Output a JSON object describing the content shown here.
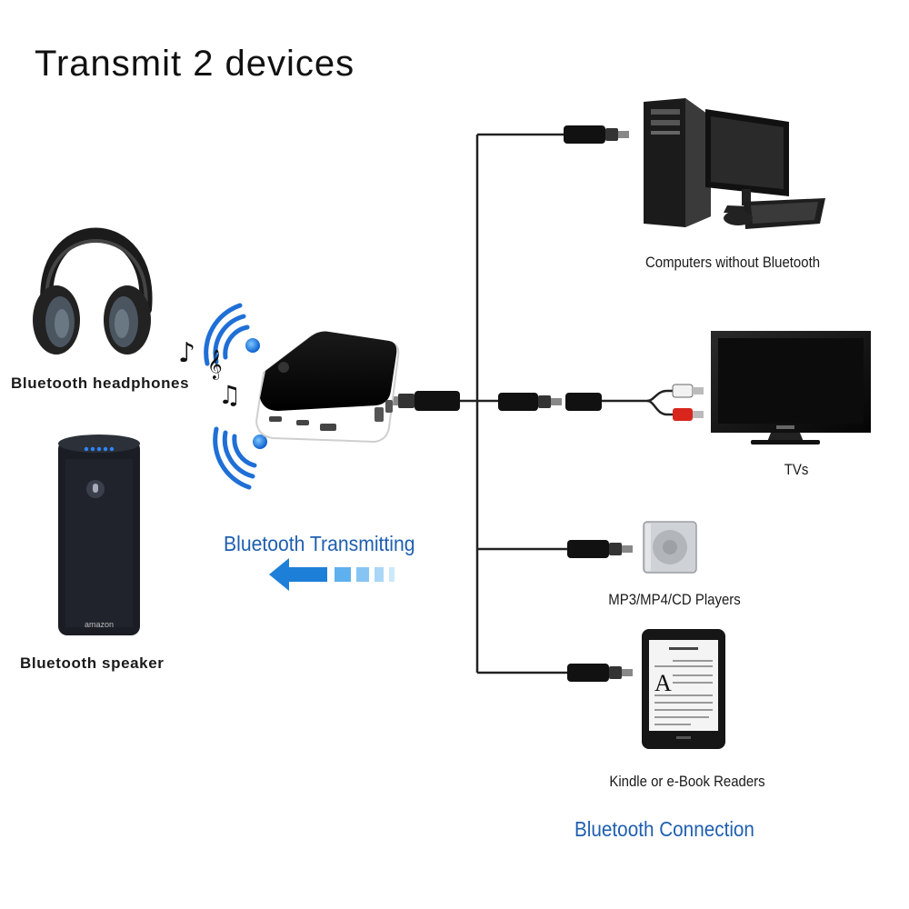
{
  "title": "Transmit 2 devices",
  "left_devices": [
    {
      "label": "Bluetooth headphones",
      "icon": "headphones-icon"
    },
    {
      "label": "Bluetooth speaker",
      "icon": "smart-speaker-icon",
      "brand": "amazon"
    }
  ],
  "transmitter": {
    "icon": "bluetooth-transmitter-icon"
  },
  "transmit_label": "Bluetooth Transmitting",
  "right_devices": [
    {
      "label": "Computers without Bluetooth",
      "icon": "desktop-computer-icon"
    },
    {
      "label": "TVs",
      "icon": "tv-icon"
    },
    {
      "label": "MP3/MP4/CD Players",
      "icon": "mp3-player-icon"
    },
    {
      "label": "Kindle or e-Book Readers",
      "icon": "ebook-reader-icon"
    }
  ],
  "footer_label": "Bluetooth Connection",
  "colors": {
    "bluetooth_blue": "#1f6fd6",
    "cable": "#222222",
    "arrow_blue": "#4aa3e8"
  }
}
